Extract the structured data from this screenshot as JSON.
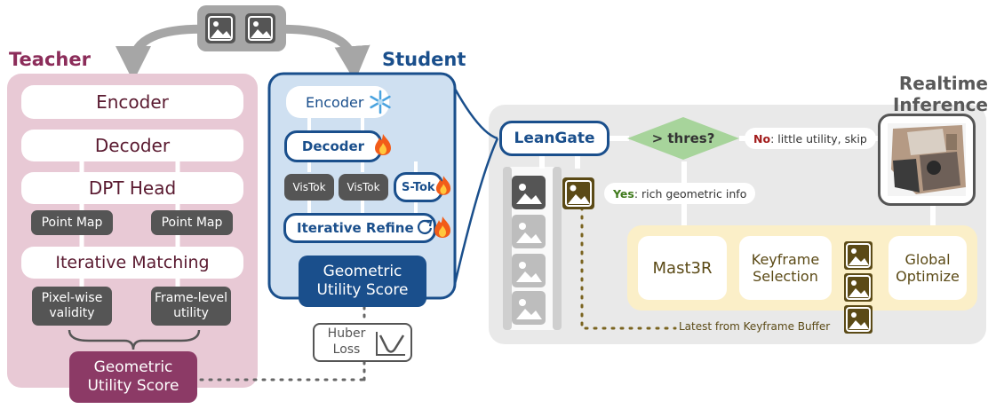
{
  "teacher": {
    "title": "Teacher",
    "encoder": "Encoder",
    "decoder": "Decoder",
    "dpt_head": "DPT Head",
    "point_map_left": "Point Map",
    "point_map_right": "Point Map",
    "iterative_matching": "Iterative Matching",
    "pixel_validity": "Pixel-wise\nvalidity",
    "frame_utility": "Frame-level\nutility",
    "score": "Geometric\nUtility Score"
  },
  "student": {
    "title": "Student",
    "encoder": "Encoder",
    "decoder": "Decoder",
    "vistok_1": "VisTok",
    "vistok_2": "VisTok",
    "stok": "S-Tok",
    "iterative_refine": "Iterative Refine",
    "score": "Geometric\nUtility Score",
    "loss": "Huber\nLoss"
  },
  "inference": {
    "title": "Realtime\nInference",
    "leangate": "LeanGate",
    "threshold": "> thres?",
    "no_label": "No",
    "no_text": ": little utility, skip",
    "yes_label": "Yes",
    "yes_text": ": rich geometric info",
    "mast3r": "Mast3R",
    "keyframe_selection": "Keyframe\nSelection",
    "global_optimize": "Global\nOptimize",
    "buffer_note": "Latest from Keyframe Buffer"
  },
  "icons": {
    "frozen": "snowflake-icon",
    "trainable": "fire-icon",
    "recurrent": "refresh-icon",
    "image": "image-icon",
    "loss_curve": "huber-curve-icon"
  },
  "colors": {
    "teacher_bg": "#e8c9d5",
    "teacher_accent": "#8c2d5a",
    "student_bg": "#cfe0f1",
    "student_accent": "#1a4f8c",
    "inference_bg": "#e9e9e9",
    "optimizer_bg": "#fbefc8",
    "keyframe_img": "#5b4a16",
    "yes_green": "#3f7a1c",
    "no_red": "#a21c1c",
    "diamond_green": "#a7d49b"
  }
}
